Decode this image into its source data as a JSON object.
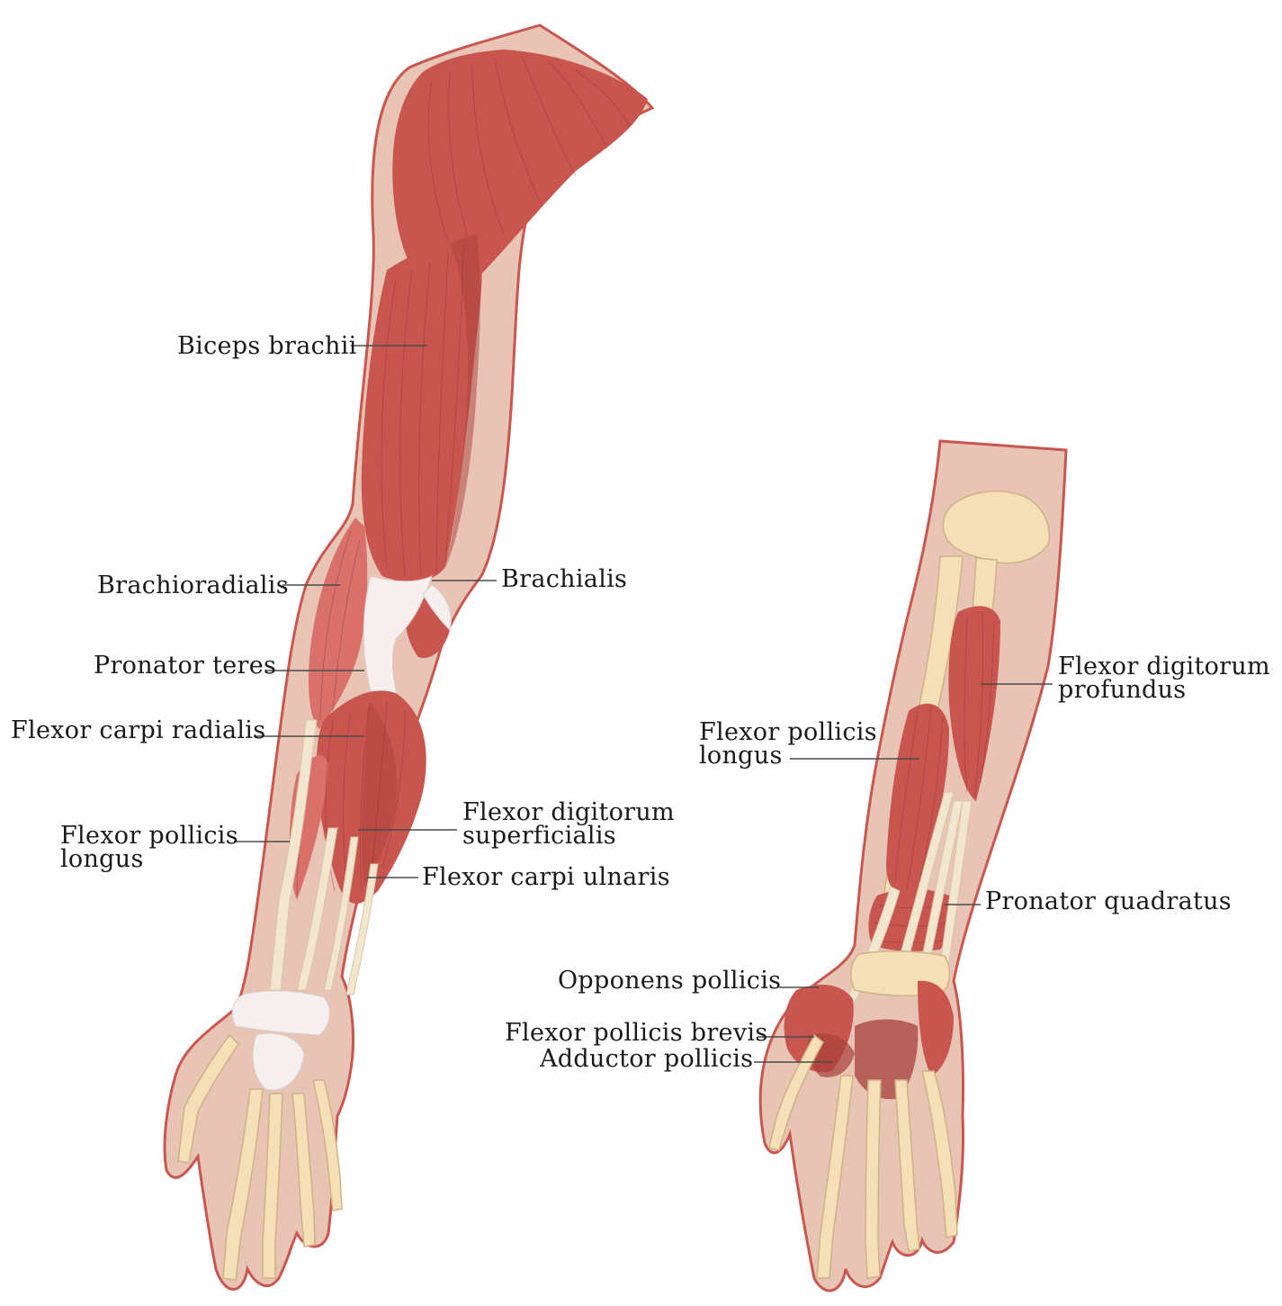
{
  "labels": {
    "left_arm": {
      "biceps_brachii": "Biceps brachii",
      "brachioradialis": "Brachioradialis",
      "brachialis": "Brachialis",
      "pronator_teres": "Pronator teres",
      "flexor_carpi_radialis": "Flexor carpi radialis",
      "flexor_digitorum_superficialis_line1": "Flexor digitorum",
      "flexor_digitorum_superficialis_line2": "superficialis",
      "flexor_pollicis_longus_line1": "Flexor pollicis",
      "flexor_pollicis_longus_line2": "longus",
      "flexor_carpi_ulnaris": "Flexor carpi ulnaris"
    },
    "right_arm": {
      "flexor_digitorum_profundus_line1": "Flexor digitorum",
      "flexor_digitorum_profundus_line2": "profundus",
      "flexor_pollicis_longus_line1": "Flexor pollicis",
      "flexor_pollicis_longus_line2": "longus",
      "pronator_quadratus": "Pronator quadratus",
      "opponens_pollicis": "Opponens pollicis",
      "flexor_pollicis_brevis": "Flexor pollicis brevis",
      "adductor_pollicis": "Adductor pollicis"
    }
  },
  "colors": {
    "muscle": "#c9564e",
    "skin": "#e8c4b4",
    "bone": "#f4dfb6",
    "tendon": "#f3e6cf",
    "outline": "#c9574f"
  }
}
